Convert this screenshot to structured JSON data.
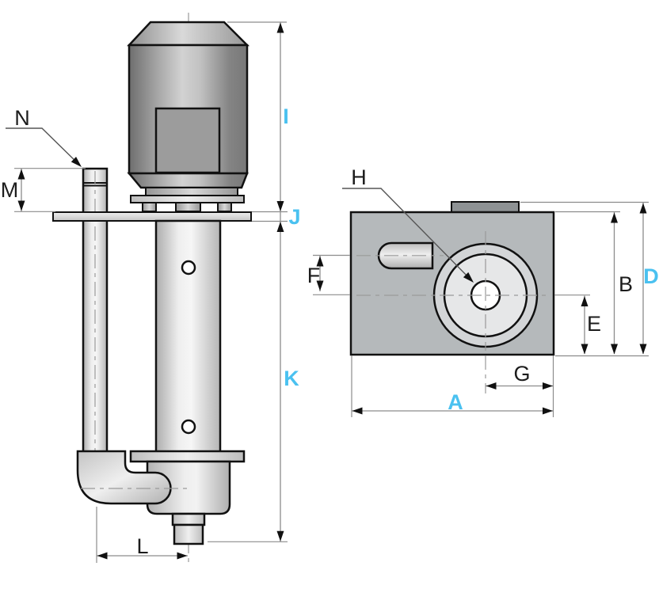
{
  "diagram": {
    "type": "technical-dimension-drawing",
    "subject": "vertical immersion pump, side view and top view with dimension letters",
    "colors": {
      "background": "#ffffff",
      "accent_cyan": "#4ac1f0",
      "label_black": "#1c1c1c",
      "dimension_line": "#8c8c8c",
      "outline": "#111111"
    },
    "side_view": {
      "labels": {
        "N": {
          "text": "N",
          "color": "#1c1c1c"
        },
        "M": {
          "text": "M",
          "color": "#1c1c1c"
        },
        "I": {
          "text": "I",
          "color": "#4ac1f0"
        },
        "J": {
          "text": "J",
          "color": "#4ac1f0"
        },
        "K": {
          "text": "K",
          "color": "#4ac1f0"
        },
        "L": {
          "text": "L",
          "color": "#1c1c1c"
        }
      }
    },
    "top_view": {
      "labels": {
        "H": {
          "text": "H",
          "color": "#1c1c1c"
        },
        "F": {
          "text": "F",
          "color": "#1c1c1c"
        },
        "B": {
          "text": "B",
          "color": "#1c1c1c"
        },
        "D": {
          "text": "D",
          "color": "#4ac1f0"
        },
        "E": {
          "text": "E",
          "color": "#1c1c1c"
        },
        "G": {
          "text": "G",
          "color": "#1c1c1c"
        },
        "A": {
          "text": "A",
          "color": "#4ac1f0"
        }
      }
    }
  }
}
